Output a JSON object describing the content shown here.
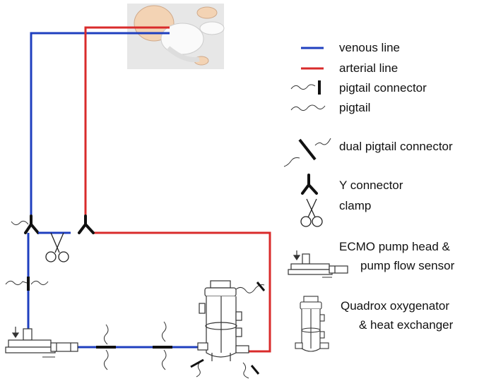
{
  "colors": {
    "venous": "#1f3fbf",
    "arterial": "#d92b2b",
    "ink": "#222222",
    "photo_bg": "#e6e6e6"
  },
  "legend": {
    "venous_line": "venous line",
    "arterial_line": "arterial line",
    "pigtail_connector": "pigtail connector",
    "pigtail": "pigtail",
    "dual_pigtail_connector": "dual pigtail connector",
    "y_connector": "Y connector",
    "clamp": "clamp",
    "pump_line1": "ECMO pump head &",
    "pump_line2": "pump flow sensor",
    "oxy_line1": "Quadrox oxygenator",
    "oxy_line2": "& heat exchanger"
  }
}
